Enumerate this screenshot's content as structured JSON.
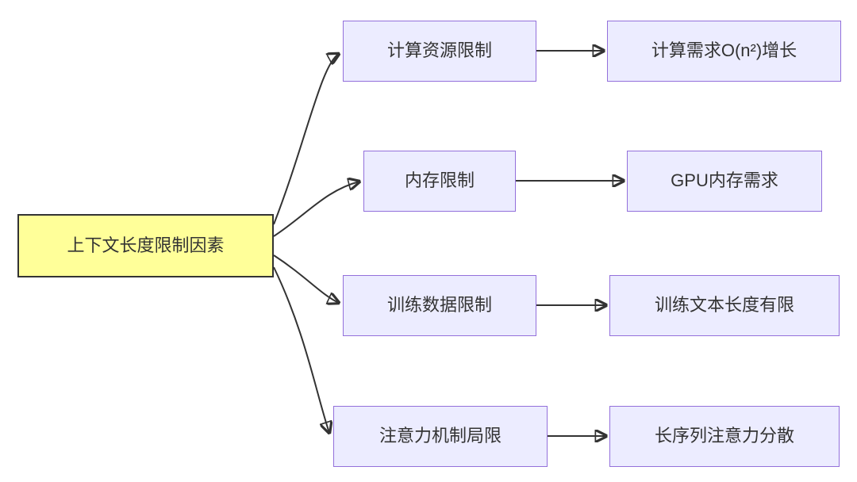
{
  "diagram": {
    "root": {
      "label": "上下文长度限制因素"
    },
    "branches": [
      {
        "mid": "计算资源限制",
        "leaf": "计算需求O(n²)增长"
      },
      {
        "mid": "内存限制",
        "leaf": "GPU内存需求"
      },
      {
        "mid": "训练数据限制",
        "leaf": "训练文本长度有限"
      },
      {
        "mid": "注意力机制局限",
        "leaf": "长序列注意力分散"
      }
    ],
    "colors": {
      "background": "#FFFFFF",
      "root_fill": "#FFFF99",
      "root_border": "#333333",
      "node_fill": "#ECECFF",
      "node_border": "#9370DB",
      "edge": "#333333",
      "text": "#333333"
    }
  }
}
